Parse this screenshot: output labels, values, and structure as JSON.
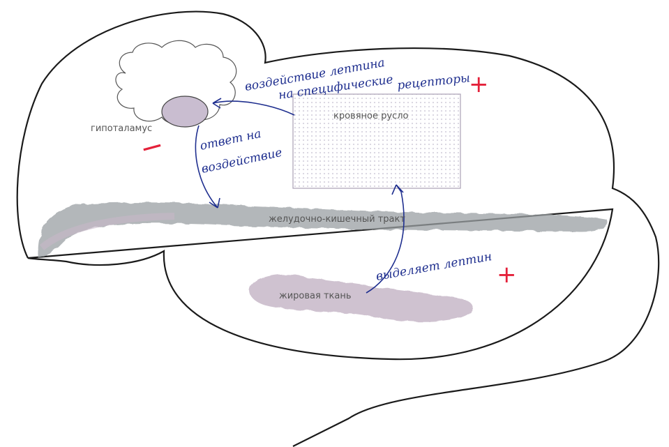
{
  "colors": {
    "outline": "#1a1a1a",
    "handwriting": "#1f2f8f",
    "red_marks": "#e4213a",
    "gi_tract": "#9aa0a3",
    "fat_tissue": "#c7b8c8",
    "hypothalamus_fill": "#c9bdd0",
    "blood_box_border": "#a99fb4"
  },
  "labels": {
    "hypothalamus": "гипоталамус",
    "blood_stream": "кровяное русло",
    "gi_tract": "желудочно-кишечный тракт",
    "fat_tissue": "жировая ткань"
  },
  "handwriting": {
    "leptin_action_line1": "воздействие лептина",
    "leptin_action_line2": "на специфические",
    "leptin_action_line3": "рецепторы",
    "response_line1": "ответ на",
    "response_line2": "воздействие",
    "secretes_leptin": "выделяет лептин"
  },
  "marks": {
    "plus": "+",
    "minus": "−"
  }
}
